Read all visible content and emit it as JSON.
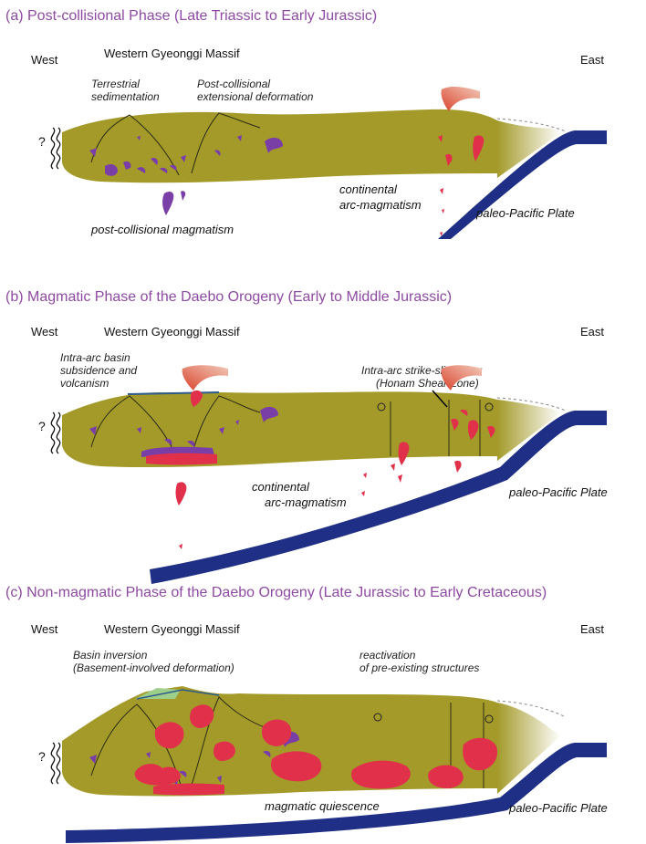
{
  "panels": [
    {
      "title": "(a) Post-collisional Phase (Late Triassic to Early Jurassic)",
      "west": "West",
      "massif": "Western Gyeonggi Massif",
      "east": "East",
      "unknown": "?",
      "terrestrial": [
        "Terrestrial",
        "sedimentation"
      ],
      "extension": [
        "Post-collisional",
        "extensional deformation"
      ],
      "continental_arc": [
        "continental",
        "arc-magmatism"
      ],
      "plate": "paleo-Pacific Plate",
      "post_collisional": "post-collisional magmatism"
    },
    {
      "title": "(b) Magmatic Phase of the Daebo Orogeny (Early to Middle Jurassic)",
      "west": "West",
      "massif": "Western Gyeonggi Massif",
      "east": "East",
      "unknown": "?",
      "basin": [
        "Intra-arc basin",
        "subsidence and",
        "volcanism"
      ],
      "shear": [
        "Intra-arc strike-slip shear",
        "(Honam Shear Zone)"
      ],
      "continental_arc": [
        "continental",
        "arc-magmatism"
      ],
      "plate": "paleo-Pacific Plate"
    },
    {
      "title": "(c) Non-magmatic Phase of the Daebo Orogeny (Late Jurassic to Early Cretaceous)",
      "west": "West",
      "massif": "Western Gyeonggi Massif",
      "east": "East",
      "unknown": "?",
      "inversion": [
        "Basin inversion",
        "(Basement-involved deformation)"
      ],
      "reactivation": [
        "reactivation",
        "of pre-existing structures"
      ],
      "quiescence": "magmatic quiescence",
      "plate": "paleo-Pacific Plate"
    }
  ],
  "colors": {
    "title": "#8e4aa2",
    "crust": "#a49a2a",
    "slab": "#1f2f86",
    "post_collisional_magma": "#7a3fa6",
    "arc_magma": "#e0304a"
  }
}
